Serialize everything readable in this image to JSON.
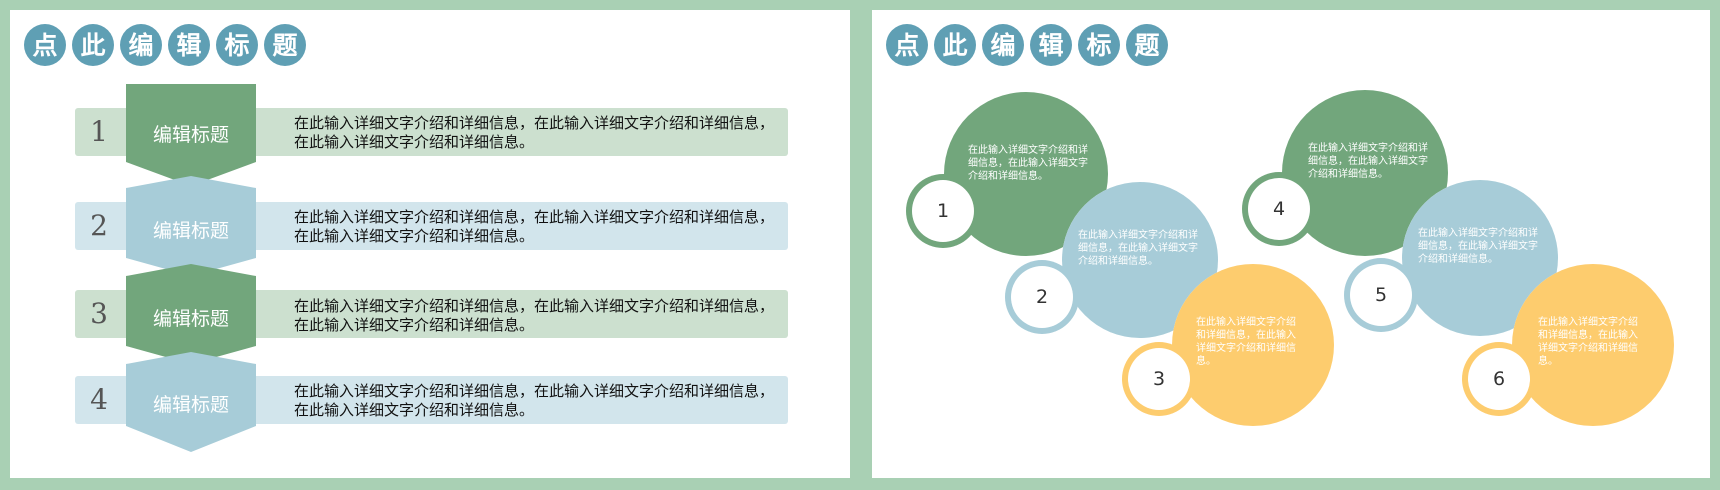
{
  "left": {
    "title_chars": [
      "点",
      "此",
      "编",
      "辑",
      "标",
      "题"
    ],
    "rows": [
      {
        "num": "1",
        "tag": "编辑标题",
        "desc": "在此输入详细文字介绍和详细信息，在此输入详细文字介绍和详细信息，在此输入详细文字介绍和详细信息。"
      },
      {
        "num": "2",
        "tag": "编辑标题",
        "desc": "在此输入详细文字介绍和详细信息，在此输入详细文字介绍和详细信息，在此输入详细文字介绍和详细信息。"
      },
      {
        "num": "3",
        "tag": "编辑标题",
        "desc": "在此输入详细文字介绍和详细信息，在此输入详细文字介绍和详细信息，在此输入详细文字介绍和详细信息。"
      },
      {
        "num": "4",
        "tag": "编辑标题",
        "desc": "在此输入详细文字介绍和详细信息，在此输入详细文字介绍和详细信息，在此输入详细文字介绍和详细信息。"
      }
    ]
  },
  "right": {
    "title_chars": [
      "点",
      "此",
      "编",
      "辑",
      "标",
      "题"
    ],
    "circles": [
      {
        "num": "1",
        "text": "在此输入详细文字介绍和详细信息，在此输入详细文字介绍和详细信息。"
      },
      {
        "num": "2",
        "text": "在此输入详细文字介绍和详细信息，在此输入详细文字介绍和详细信息。"
      },
      {
        "num": "3",
        "text": "在此输入详细文字介绍和详细信息，在此输入详细文字介绍和详细信息。"
      },
      {
        "num": "4",
        "text": "在此输入详细文字介绍和详细信息，在此输入详细文字介绍和详细信息。"
      },
      {
        "num": "5",
        "text": "在此输入详细文字介绍和详细信息，在此输入详细文字介绍和详细信息。"
      },
      {
        "num": "6",
        "text": "在此输入详细文字介绍和详细信息，在此输入详细文字介绍和详细信息。"
      }
    ]
  },
  "colors": {
    "green": "#72a67c",
    "blue": "#a7ccd8",
    "yellow": "#fdcc6e",
    "green_bar": "#cce0cf",
    "blue_bar": "#d2e5ec",
    "title_circle": "#5f9fb4"
  }
}
